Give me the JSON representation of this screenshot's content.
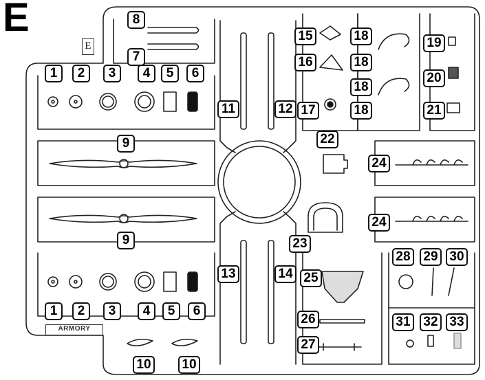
{
  "sprue_letter": "E",
  "tag_letter": "E",
  "brand_text": "ARMORY",
  "labels": {
    "p1_top": "1",
    "p2_top": "2",
    "p3_top": "3",
    "p4_top": "4",
    "p5_top": "5",
    "p6_top": "6",
    "p7": "7",
    "p8": "8",
    "p9_top": "9",
    "p9_bottom": "9",
    "p1_bot": "1",
    "p2_bot": "2",
    "p3_bot": "3",
    "p4_bot": "4",
    "p5_bot": "5",
    "p6_bot": "6",
    "p10_left": "10",
    "p10_right": "10",
    "p11": "11",
    "p12": "12",
    "p13": "13",
    "p14": "14",
    "p15": "15",
    "p16": "16",
    "p17": "17",
    "p18_a": "18",
    "p18_b": "18",
    "p18_c": "18",
    "p18_d": "18",
    "p19": "19",
    "p20": "20",
    "p21": "21",
    "p22": "22",
    "p23": "23",
    "p24_top": "24",
    "p24_bottom": "24",
    "p25": "25",
    "p26": "26",
    "p27": "27",
    "p28": "28",
    "p29": "29",
    "p30": "30",
    "p31": "31",
    "p32": "32",
    "p33": "33"
  }
}
